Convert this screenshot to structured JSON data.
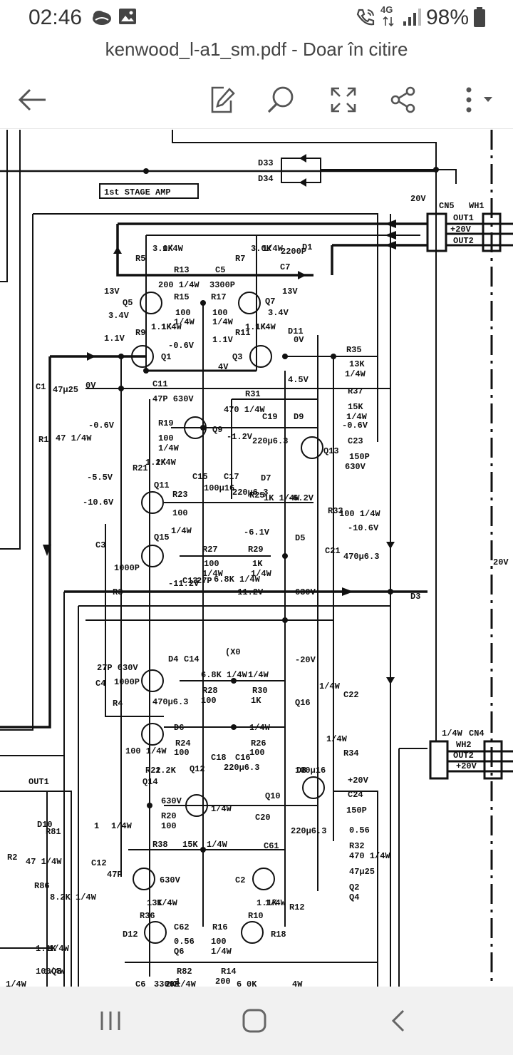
{
  "status": {
    "time": "02:46",
    "network": "4G",
    "battery": "98%"
  },
  "toolbar": {
    "document_title": "kenwood_l-a1_sm.pdf - Doar în citire"
  },
  "schematic": {
    "labels": [
      "D33",
      "D34",
      "1st STAGE AMP",
      "CN5",
      "WH1",
      "OUT1",
      "+20V",
      "OUT2",
      "20V",
      "R5",
      "3.0K",
      "1/4W",
      "R7",
      "3.0K",
      "1/4W",
      "C7",
      "2200P",
      "D1",
      "R13",
      "200 1/4W",
      "C5",
      "3300P",
      "13V",
      "13V",
      "R15",
      "100",
      "1/4W",
      "R17",
      "100",
      "1/4W",
      "Q5",
      "Q7",
      "3.4V",
      "3.4V",
      "R9",
      "1.1K",
      "1/4W",
      "R11",
      "1.1K",
      "1/4W",
      "1.1V",
      "1.1V",
      "Q1",
      "Q3",
      "-0.6V",
      "D11",
      "0V",
      "R35",
      "13K",
      "1/4W",
      "0V",
      "4V",
      "C1",
      "47µ25",
      "C11",
      "47P 630V",
      "4.5V",
      "R37",
      "15K",
      "1/4W",
      "R31",
      "470 1/4W",
      "D9",
      "C19",
      "-0.6V",
      "R1",
      "47 1/4W",
      "-0.6V",
      "R19",
      "100",
      "1/4W",
      "Q9",
      "-1.2V",
      "220µ6.3",
      "Q13",
      "C23",
      "150P",
      "630V",
      "R21",
      "1.2K",
      "1/4W",
      "C15",
      "100µ16",
      "C17",
      "220µ6.3",
      "D7",
      "-5.5V",
      "Q11",
      "R25",
      "1K 1/4W",
      "-6.2V",
      "-10.6V",
      "R23",
      "100",
      "R33",
      "100 1/4W",
      "-10.6V",
      "-6.1V",
      "D5",
      "1/4W",
      "Q15",
      "R27",
      "100",
      "1/4W",
      "R29",
      "1K",
      "1/4W",
      "C21",
      "470µ6.3",
      "C3",
      "1000P",
      "R3",
      "6.8K 1/4W",
      "-11.2V",
      "-11.2V",
      "C13",
      "27P",
      "630V",
      "D3",
      "20V",
      "(X0",
      "-20V",
      "D4",
      "C14",
      "27P 630V",
      "C4",
      "1000P",
      "R4",
      "6.8K 1/4W",
      "R28",
      "100",
      "1/4W",
      "R30",
      "1K",
      "1/4W",
      "C22",
      "470µ6.3",
      "Q16",
      "D6",
      "R24",
      "100",
      "1/4W",
      "R26",
      "100",
      "1/4W",
      "R34",
      "100 1/4W",
      "Q12",
      "C18",
      "220µ6.3",
      "C16",
      "100µ16",
      "D8",
      "Q14",
      "R22",
      "1.2K",
      "1/4W",
      "CN4",
      "WH2",
      "OUT2",
      "+20V",
      "OUT1",
      "+20V",
      "C24",
      "150P",
      "630V",
      "R20",
      "100",
      "1/4W",
      "Q10",
      "C20",
      "220µ6.3",
      "D10",
      "R81",
      "1",
      "1/4W",
      "R2",
      "47 1/4W",
      "R86",
      "8.2K 1/4W",
      "C61",
      "0.56",
      "R32",
      "470 1/4W",
      "R38",
      "15K",
      "1/4W",
      "C12",
      "47P",
      "630V",
      "C2",
      "47µ25",
      "Q2",
      "Q4",
      "R36",
      "13K",
      "1/4W",
      "R10",
      "1.1K",
      "1/4W",
      "R12",
      "1.1K",
      "1/4W",
      "D12",
      "C62",
      "0.56",
      "Q6",
      "R16",
      "100",
      "1/4W",
      "R18",
      "100",
      "1/4W",
      "Q8",
      "R82",
      "1",
      "1/4W",
      "R14",
      "200",
      "1/4W",
      "C6",
      "3300P",
      "2K",
      "6",
      "0K",
      "4W",
      "0K",
      "8",
      "0P"
    ]
  }
}
